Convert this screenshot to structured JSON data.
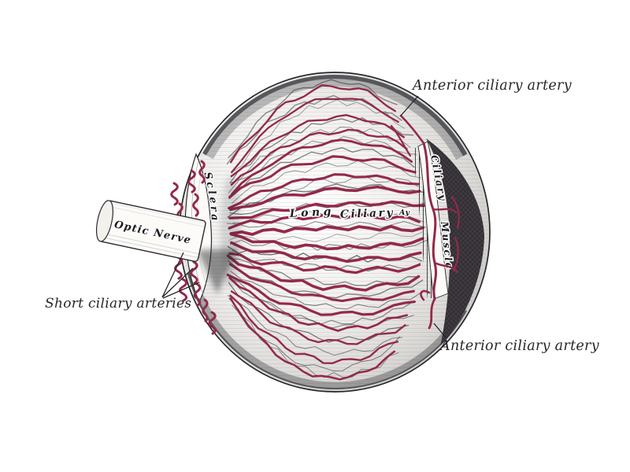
{
  "labels": {
    "anterior_top": "Anterior ciliary artery",
    "anterior_bottom": "Anterior ciliary artery",
    "short_ciliary": "Short ciliary arteries",
    "optic_nerve": "Optic Nerve",
    "sclera": "Sclera",
    "long_ciliary_word1": "Long",
    "long_ciliary_word2": "Ciliary",
    "long_ciliary_suffix": "Ay",
    "ciliary_word": "Ciliary",
    "muscle_word": "Muscle"
  },
  "colors": {
    "artery": "#93294b",
    "ink": "#26262b",
    "paper": "#ffffff",
    "shade": "#3f3a40"
  }
}
